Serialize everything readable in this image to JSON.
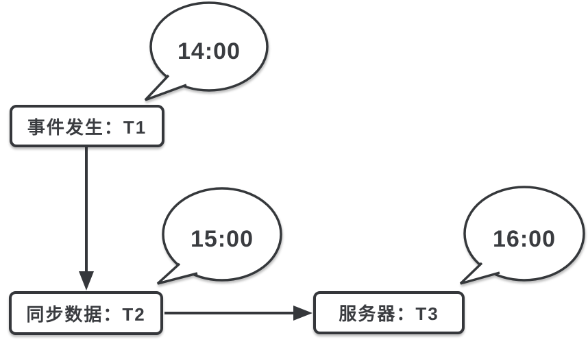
{
  "diagram": {
    "background_color": "#ffffff",
    "stroke_color": "#35373b",
    "text_color": "#3a3c40",
    "nodes": [
      {
        "id": "event",
        "label": "事件发生：T1"
      },
      {
        "id": "sync",
        "label": "同步数据：T2"
      },
      {
        "id": "server",
        "label": "服务器：T3"
      }
    ],
    "bubbles": [
      {
        "attached_to": "event",
        "time": "14:00"
      },
      {
        "attached_to": "sync",
        "time": "15:00"
      },
      {
        "attached_to": "server",
        "time": "16:00"
      }
    ],
    "connections": [
      {
        "from": "event",
        "to": "sync",
        "direction": "down"
      },
      {
        "from": "sync",
        "to": "server",
        "direction": "right"
      }
    ]
  }
}
